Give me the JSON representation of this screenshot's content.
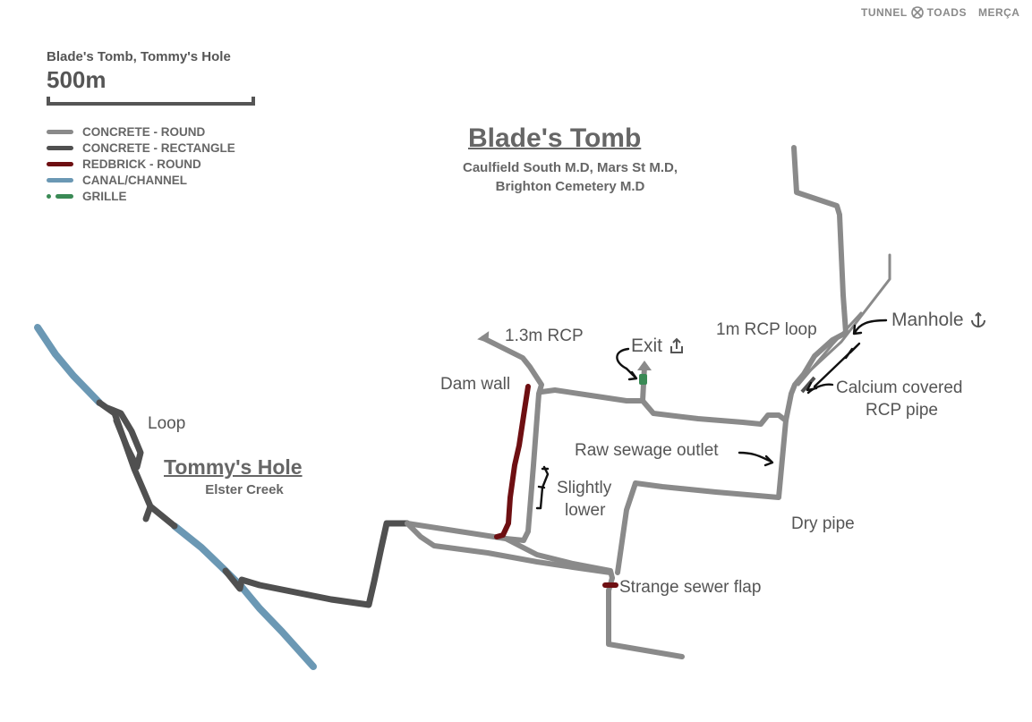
{
  "branding": {
    "left": "TUNNEL",
    "right": "TOADS",
    "credit": "MERÇA",
    "logo_icon": "crossed-circle-icon"
  },
  "map_title": "Blade's Tomb, Tommy's Hole",
  "scale_label": "500m",
  "legend": [
    {
      "label": "CONCRETE - ROUND",
      "color": "#8a8a8a"
    },
    {
      "label": "CONCRETE - RECTANGLE",
      "color": "#505050"
    },
    {
      "label": "REDBRICK  - ROUND",
      "color": "#6e0f12"
    },
    {
      "label": "CANAL/CHANNEL",
      "color": "#6b98b4"
    },
    {
      "label": "GRILLE",
      "color": "#3a8a55"
    }
  ],
  "places": {
    "blades_tomb": {
      "title": "Blade's Tomb",
      "subtitle_line1": "Caulfield South M.D, Mars St M.D,",
      "subtitle_line2": "Brighton Cemetery M.D"
    },
    "tommys_hole": {
      "title": "Tommy's Hole",
      "subtitle": "Elster Creek"
    }
  },
  "annotations": {
    "rcp_13": "1.3m RCP",
    "exit": "Exit",
    "dam_wall": "Dam wall",
    "loop": "Loop",
    "slightly_lower_1": "Slightly",
    "slightly_lower_2": "lower",
    "rcp_loop": "1m RCP loop",
    "manhole": "Manhole",
    "calcium_1": "Calcium covered",
    "calcium_2": "RCP pipe",
    "raw_sewage": "Raw sewage outlet",
    "dry_pipe": "Dry pipe",
    "sewer_flap": "Strange sewer flap"
  },
  "icons": {
    "exit_icon": "share-up-icon",
    "manhole_icon": "manhole-anchor-icon"
  },
  "colors": {
    "round": "#8a8a8a",
    "rect": "#505050",
    "redbrick": "#6e0f12",
    "canal": "#6b98b4",
    "grille": "#3a8a55",
    "arrow": "#111111"
  }
}
